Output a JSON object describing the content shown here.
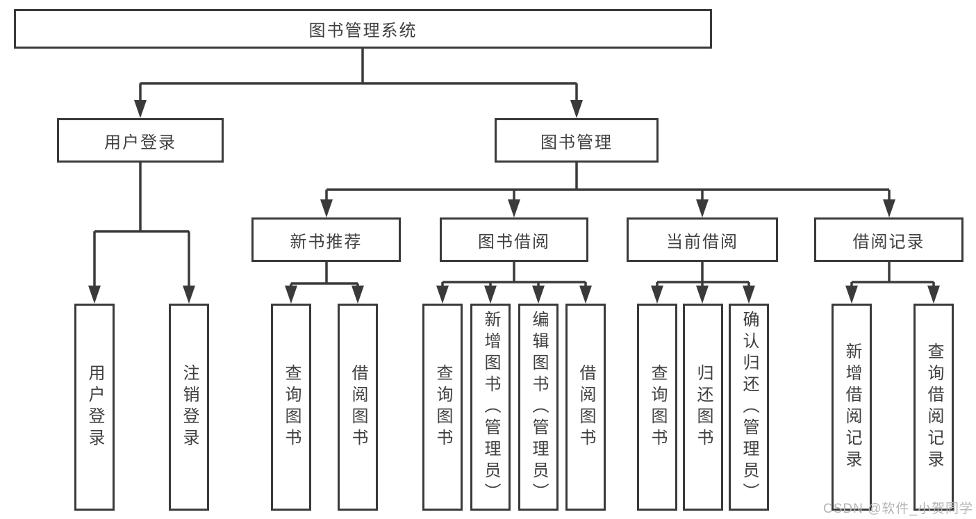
{
  "colors": {
    "line": "#3a3a3a",
    "text": "#404040",
    "background": "#ffffff",
    "watermark": "#b4b4b8"
  },
  "watermark": "CSDN @软件_小贺同学",
  "diagram": {
    "root": "图书管理系统",
    "branches": [
      {
        "label": "用户登录",
        "children": [
          "用户登录",
          "注销登录"
        ]
      },
      {
        "label": "图书管理",
        "groups": [
          {
            "label": "新书推荐",
            "children": [
              "查询图书",
              "借阅图书"
            ]
          },
          {
            "label": "图书借阅",
            "children": [
              "查询图书",
              "新增图书（管理员）",
              "编辑图书（管理员）",
              "借阅图书"
            ]
          },
          {
            "label": "当前借阅",
            "children": [
              "查询图书",
              "归还图书",
              "确认归还（管理员）"
            ]
          },
          {
            "label": "借阅记录",
            "children": [
              "新增借阅记录",
              "查询借阅记录"
            ]
          }
        ]
      }
    ]
  }
}
